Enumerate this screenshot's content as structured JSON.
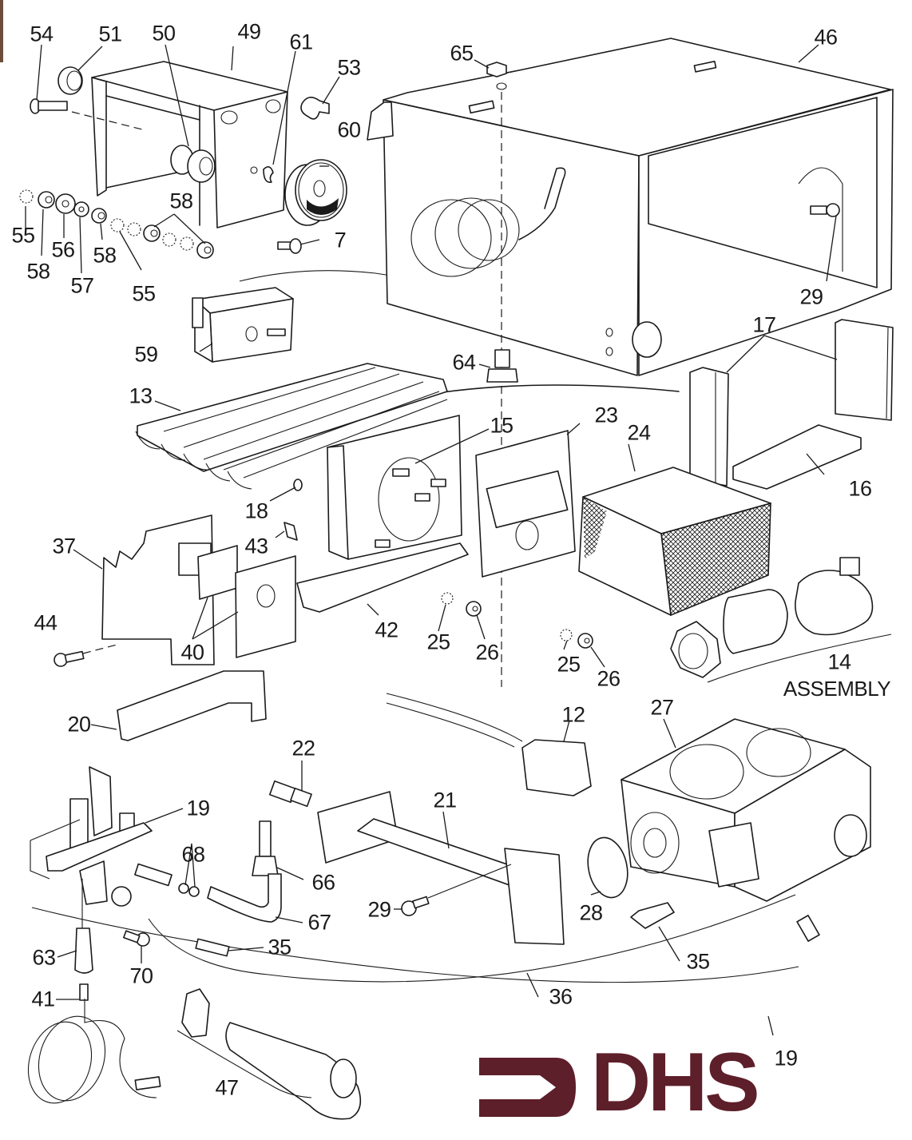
{
  "diagram": {
    "type": "exploded-parts-diagram",
    "subject": "gas water heater burner and control assembly",
    "callouts": [
      {
        "id": "c54",
        "label": "54"
      },
      {
        "id": "c51",
        "label": "51"
      },
      {
        "id": "c50",
        "label": "50"
      },
      {
        "id": "c49",
        "label": "49"
      },
      {
        "id": "c61",
        "label": "61"
      },
      {
        "id": "c53",
        "label": "53"
      },
      {
        "id": "c60",
        "label": "60"
      },
      {
        "id": "c65",
        "label": "65"
      },
      {
        "id": "c46",
        "label": "46"
      },
      {
        "id": "c55a",
        "label": "55"
      },
      {
        "id": "c58a",
        "label": "58"
      },
      {
        "id": "c56",
        "label": "56"
      },
      {
        "id": "c57",
        "label": "57"
      },
      {
        "id": "c58b",
        "label": "58"
      },
      {
        "id": "c58c",
        "label": "58"
      },
      {
        "id": "c55b",
        "label": "55"
      },
      {
        "id": "c7",
        "label": "7"
      },
      {
        "id": "c29a",
        "label": "29"
      },
      {
        "id": "c59",
        "label": "59"
      },
      {
        "id": "c17",
        "label": "17"
      },
      {
        "id": "c64",
        "label": "64"
      },
      {
        "id": "c13",
        "label": "13"
      },
      {
        "id": "c15",
        "label": "15"
      },
      {
        "id": "c23",
        "label": "23"
      },
      {
        "id": "c24",
        "label": "24"
      },
      {
        "id": "c16",
        "label": "16"
      },
      {
        "id": "c18",
        "label": "18"
      },
      {
        "id": "c37",
        "label": "37"
      },
      {
        "id": "c43",
        "label": "43"
      },
      {
        "id": "c44",
        "label": "44"
      },
      {
        "id": "c40",
        "label": "40"
      },
      {
        "id": "c42",
        "label": "42"
      },
      {
        "id": "c25a",
        "label": "25"
      },
      {
        "id": "c26a",
        "label": "26"
      },
      {
        "id": "c25b",
        "label": "25"
      },
      {
        "id": "c26b",
        "label": "26"
      },
      {
        "id": "c14",
        "label": "14"
      },
      {
        "id": "c20",
        "label": "20"
      },
      {
        "id": "c12",
        "label": "12"
      },
      {
        "id": "c27",
        "label": "27"
      },
      {
        "id": "c22",
        "label": "22"
      },
      {
        "id": "c21",
        "label": "21"
      },
      {
        "id": "c19a",
        "label": "19"
      },
      {
        "id": "c68",
        "label": "68"
      },
      {
        "id": "c66",
        "label": "66"
      },
      {
        "id": "c29b",
        "label": "29"
      },
      {
        "id": "c28",
        "label": "28"
      },
      {
        "id": "c67",
        "label": "67"
      },
      {
        "id": "c63",
        "label": "63"
      },
      {
        "id": "c35a",
        "label": "35"
      },
      {
        "id": "c35b",
        "label": "35"
      },
      {
        "id": "c70",
        "label": "70"
      },
      {
        "id": "c36",
        "label": "36"
      },
      {
        "id": "c41",
        "label": "41"
      },
      {
        "id": "c19b",
        "label": "19"
      },
      {
        "id": "c47",
        "label": "47"
      }
    ],
    "assembly_label": "ASSEMBLY"
  },
  "logo": {
    "text": "DHS",
    "color": "#5d1f2a"
  }
}
